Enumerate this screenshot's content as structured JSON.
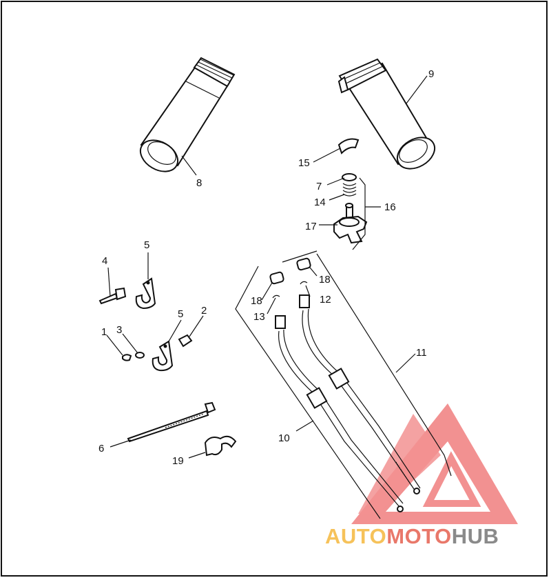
{
  "callouts": [
    "1",
    "2",
    "3",
    "4",
    "5",
    "5",
    "6",
    "7",
    "8",
    "9",
    "10",
    "11",
    "12",
    "13",
    "14",
    "15",
    "16",
    "17",
    "18",
    "18",
    "19"
  ],
  "watermark": {
    "part1": "AUTO",
    "part2": "MOTO",
    "part3": "HUB",
    "colors": {
      "auto": "#f6c25a",
      "moto": "#e9786a",
      "hub": "#8a8a8a",
      "logo": "#ee6d6d"
    }
  }
}
